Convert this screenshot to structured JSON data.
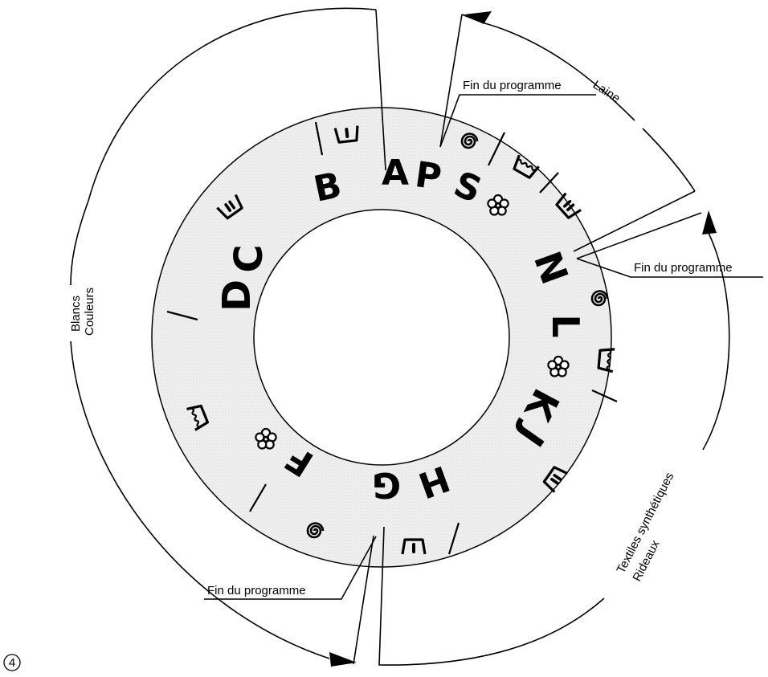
{
  "figure_number": "4",
  "callouts": {
    "fin_top": "Fin du programme",
    "fin_right": "Fin du programme",
    "fin_bottom": "Fin du programme",
    "laine": "Laine",
    "blancs": "Blancs",
    "couleurs": "Couleurs",
    "textiles": "Textiles synthétiques",
    "rideaux": "Rideaux"
  },
  "dial_letters": {
    "A": "A",
    "P": "P",
    "S": "S",
    "B": "B",
    "D": "D",
    "C": "C",
    "N": "N",
    "L": "L",
    "K": "K",
    "J": "J",
    "H": "H",
    "G": "G",
    "F": "F"
  },
  "icons": [
    "tub-one-dash-icon",
    "tub-two-dash-icon",
    "tub-two-dash-icon",
    "tub-wavy-icon",
    "tub-two-dash-icon",
    "tub-wavy-icon",
    "tub-two-dash-icon",
    "tub-one-dash-icon",
    "tub-wavy-icon",
    "spiral-icon",
    "spiral-icon",
    "spiral-icon",
    "flower-icon",
    "flower-icon",
    "flower-icon"
  ]
}
